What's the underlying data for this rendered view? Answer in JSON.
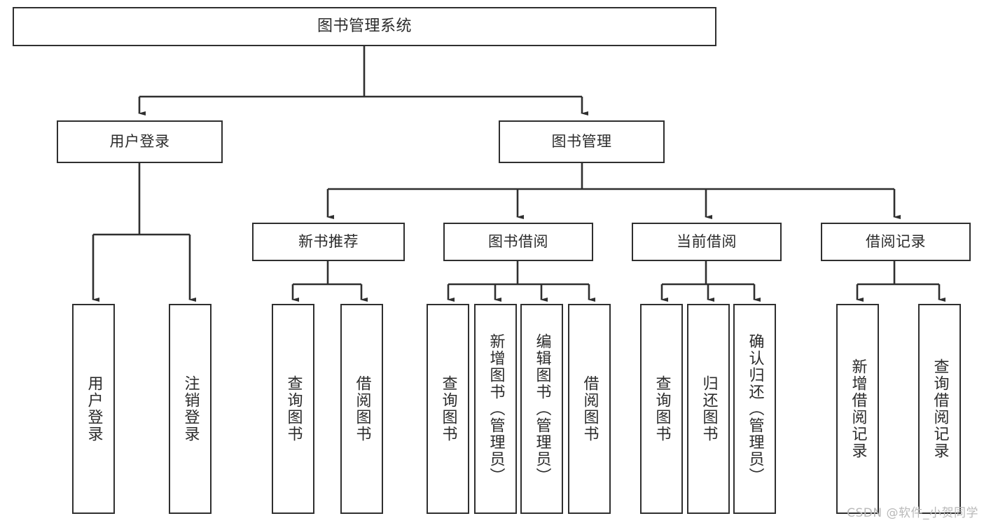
{
  "diagram": {
    "title": "图书管理系统",
    "type": "tree-hierarchy-chart",
    "colors": {
      "box_border": "#2f2f2f",
      "box_fill": "#ffffff",
      "text": "#2b2b2b",
      "connector": "#2f2f2f",
      "watermark": "#b9b9b9",
      "background": "#ffffff"
    },
    "watermark": "CSDN @软件_小贺同学",
    "nodes": {
      "root": {
        "label": "图书管理系统"
      },
      "level2": [
        {
          "id": "user-login",
          "label": "用户登录"
        },
        {
          "id": "book-manage",
          "label": "图书管理"
        }
      ],
      "level3": [
        {
          "id": "new-book-recommend",
          "label": "新书推荐"
        },
        {
          "id": "book-borrow",
          "label": "图书借阅"
        },
        {
          "id": "current-borrow",
          "label": "当前借阅"
        },
        {
          "id": "borrow-record",
          "label": "借阅记录"
        }
      ],
      "leaves": {
        "user_login": [
          {
            "id": "leaf-user-login",
            "label": "用户登录"
          },
          {
            "id": "leaf-logout-login",
            "label": "注销登录"
          }
        ],
        "new_book_recommend": [
          {
            "id": "leaf-query-book-1",
            "label": "查询图书"
          },
          {
            "id": "leaf-borrow-book-1",
            "label": "借阅图书"
          }
        ],
        "book_borrow": [
          {
            "id": "leaf-query-book-2",
            "label": "查询图书"
          },
          {
            "id": "leaf-add-book",
            "label": "新增图书（管理员）"
          },
          {
            "id": "leaf-edit-book",
            "label": "编辑图书（管理员）"
          },
          {
            "id": "leaf-borrow-book-2",
            "label": "借阅图书"
          }
        ],
        "current_borrow": [
          {
            "id": "leaf-query-book-3",
            "label": "查询图书"
          },
          {
            "id": "leaf-return-book",
            "label": "归还图书"
          },
          {
            "id": "leaf-confirm-return",
            "label": "确认归还（管理员）"
          }
        ],
        "borrow_record": [
          {
            "id": "leaf-add-borrow-record",
            "label": "新增借阅记录"
          },
          {
            "id": "leaf-query-borrow-record",
            "label": "查询借阅记录"
          }
        ]
      }
    }
  }
}
